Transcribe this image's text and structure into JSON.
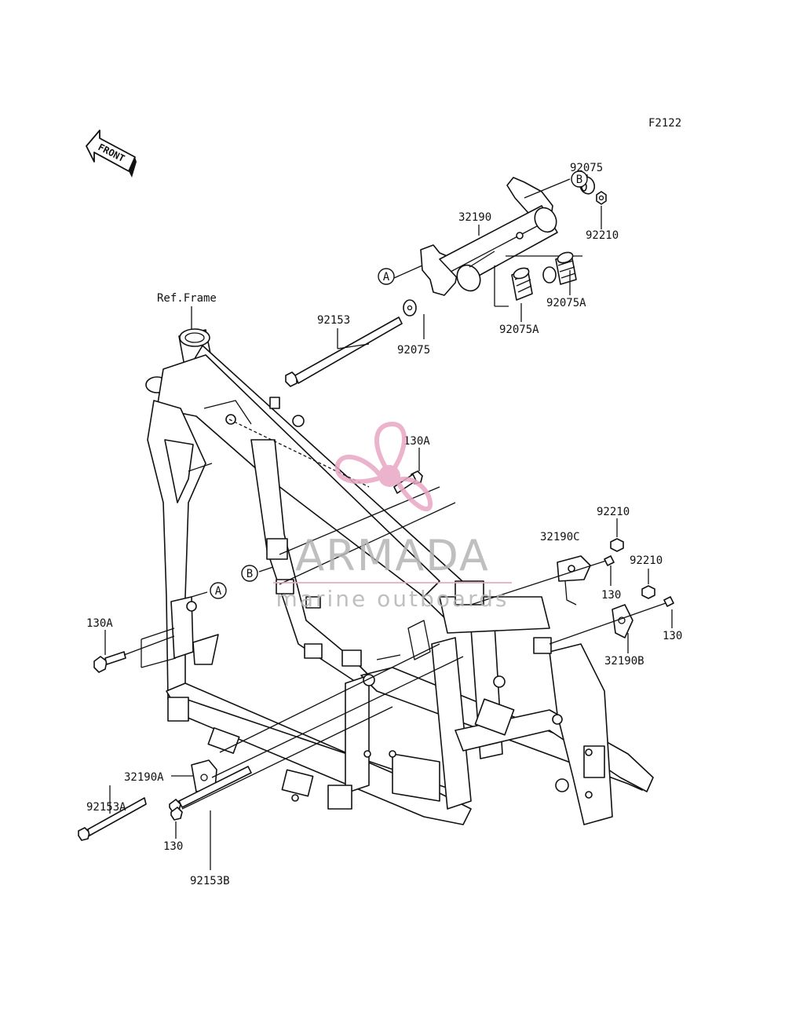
{
  "diagram_code": "F2122",
  "front_arrow_label": "FRONT",
  "callouts": {
    "ref_frame": "Ref.Frame",
    "p32190": "32190",
    "p92075_top": "92075",
    "p92210_top": "92210",
    "p92075A_right": "92075A",
    "p92075A_mid": "92075A",
    "p92075_mid": "92075",
    "p92153": "92153",
    "p130A_top": "130A",
    "p92210_c": "92210",
    "p32190C": "32190C",
    "p92210_d": "92210",
    "p130_c": "130",
    "p130_d": "130",
    "p32190B": "32190B",
    "p130A_left": "130A",
    "p32190A": "32190A",
    "p92153A": "92153A",
    "p130_bottom": "130",
    "p92153B": "92153B"
  },
  "ref_markers": {
    "a_top": "A",
    "b_top": "B",
    "b_frame": "B",
    "a_frame": "A"
  },
  "watermark": {
    "brand": "ARMADA",
    "tagline": "marine outboards",
    "brand_color": "#b5b5b5",
    "logo_color": "#e8a6c4"
  }
}
